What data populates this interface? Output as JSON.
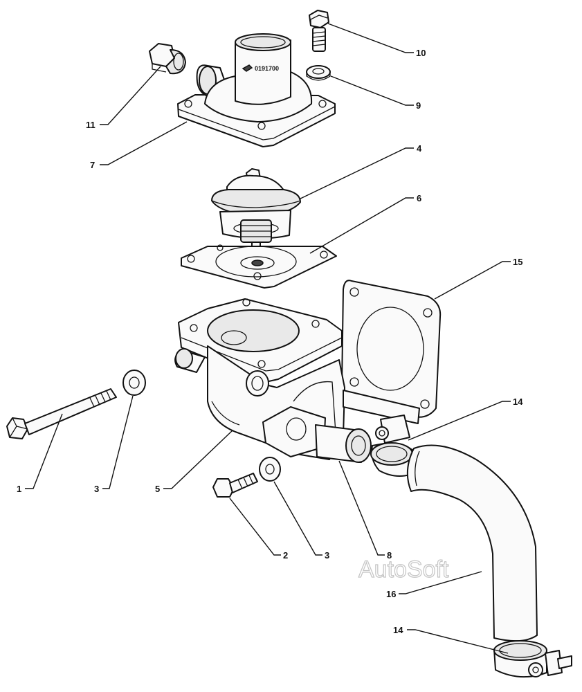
{
  "callouts": {
    "c1": "1",
    "c2": "2",
    "c3a": "3",
    "c3b": "3",
    "c4": "4",
    "c5": "5",
    "c6": "6",
    "c7": "7",
    "c8": "8",
    "c9": "9",
    "c10": "10",
    "c11": "11",
    "c14a": "14",
    "c14b": "14",
    "c15": "15",
    "c16": "16"
  },
  "cover_marking": "0191700",
  "watermark": "AutoSoft",
  "colors": {
    "line": "#111111",
    "background": "#ffffff",
    "watermark": "#c4c4c4"
  }
}
